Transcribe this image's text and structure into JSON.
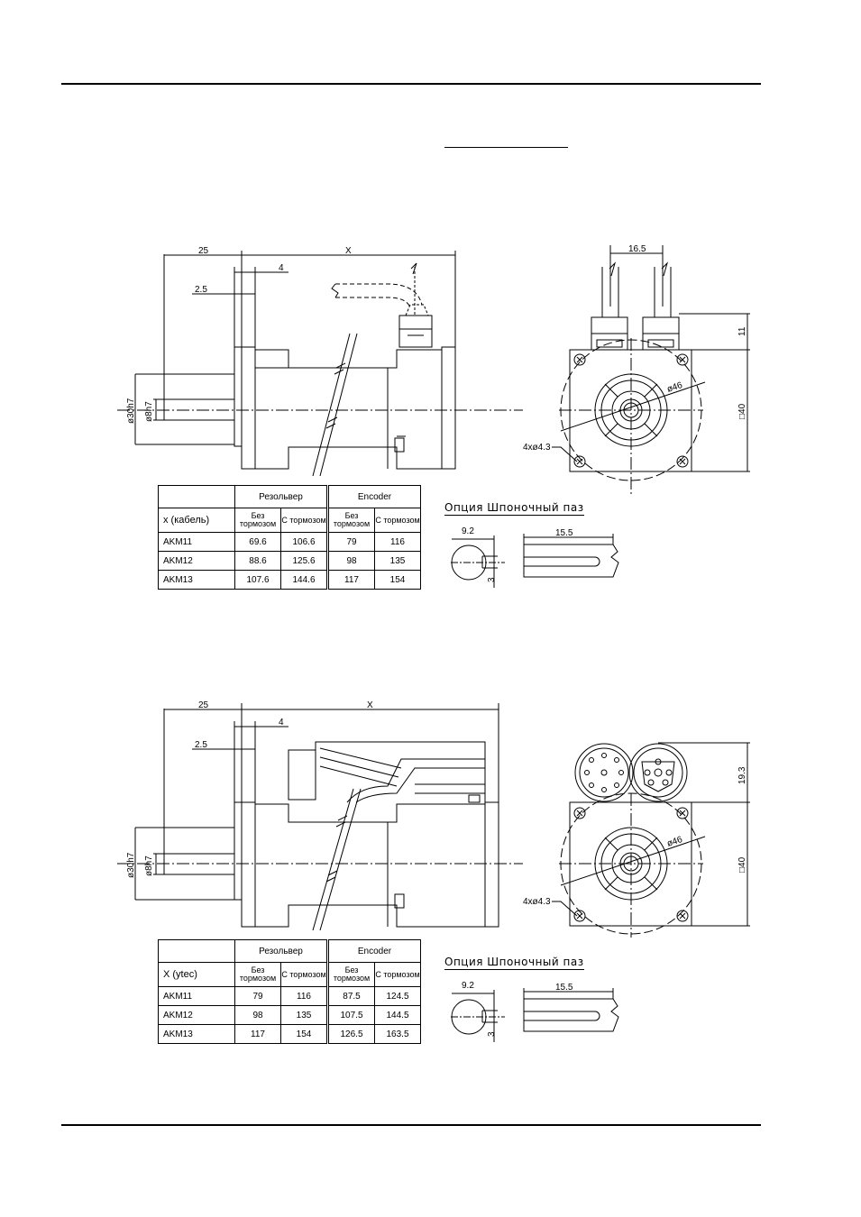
{
  "drawing1": {
    "dims": {
      "d25": "25",
      "x": "X",
      "d4": "4",
      "d2_5": "2.5",
      "shaft_d": "ø30h7",
      "shaft_small": "ø8h7",
      "d16_5": "16.5",
      "d11": "11",
      "bore": "ø46",
      "sq": "□40",
      "holes": "4xø4.3"
    },
    "table": {
      "group1": "Резольвер",
      "group2": "Encoder",
      "rowlabel": "x  (кабель)",
      "col1": "Без тормозом",
      "col2": "С тормозом",
      "col3": "Без тормозом",
      "col4": "С тормозом",
      "rows": [
        {
          "name": "AKM11",
          "v": [
            "69.6",
            "106.6",
            "79",
            "116"
          ]
        },
        {
          "name": "AKM12",
          "v": [
            "88.6",
            "125.6",
            "98",
            "135"
          ]
        },
        {
          "name": "AKM13",
          "v": [
            "107.6",
            "144.6",
            "117",
            "154"
          ]
        }
      ]
    },
    "option": {
      "title": "Опция  Шпоночный  паз",
      "d9_2": "9.2",
      "d3": "3",
      "d15_5": "15.5"
    }
  },
  "drawing2": {
    "dims": {
      "d25": "25",
      "x": "X",
      "d4": "4",
      "d2_5": "2.5",
      "shaft_d": "ø30h7",
      "shaft_small": "ø8h7",
      "d19_3": "19.3",
      "bore": "ø46",
      "sq": "□40",
      "holes": "4xø4.3"
    },
    "table": {
      "group1": "Резольвер",
      "group2": "Encoder",
      "rowlabel": "X (ytec)",
      "col1": "Без тормозом",
      "col2": "С тормозом",
      "col3": "Без тормозом",
      "col4": "С тормозом",
      "rows": [
        {
          "name": "AKM11",
          "v": [
            "79",
            "116",
            "87.5",
            "124.5"
          ]
        },
        {
          "name": "AKM12",
          "v": [
            "98",
            "135",
            "107.5",
            "144.5"
          ]
        },
        {
          "name": "AKM13",
          "v": [
            "117",
            "154",
            "126.5",
            "163.5"
          ]
        }
      ]
    },
    "option": {
      "title": "Опция  Шпоночный  паз",
      "d9_2": "9.2",
      "d3": "3",
      "d15_5": "15.5"
    }
  }
}
